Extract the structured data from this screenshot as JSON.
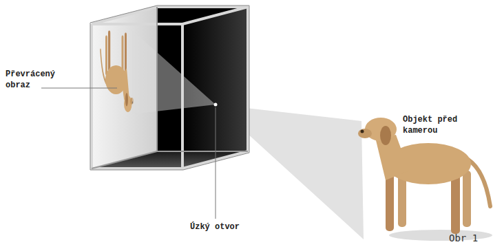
{
  "diagram": {
    "caption": "Obr 1",
    "labels": [
      "Převrácený obraz",
      "Objekt před kamerou",
      "Úzký otvor"
    ]
  }
}
